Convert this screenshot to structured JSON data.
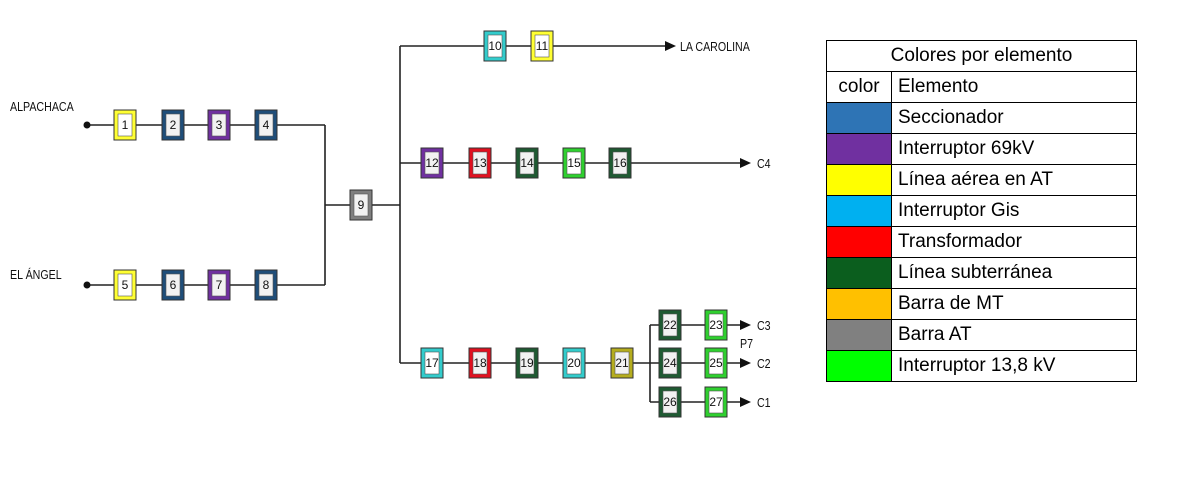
{
  "diagram": {
    "sources": [
      {
        "id": "alpachaca",
        "label": "ALPACHACA"
      },
      {
        "id": "el-angel",
        "label": "EL ÁNGEL"
      }
    ],
    "outputs": [
      {
        "id": "la-carolina",
        "label": "LA CAROLINA"
      },
      {
        "id": "c4",
        "label": "C4"
      },
      {
        "id": "c3",
        "label": "C3"
      },
      {
        "id": "c2",
        "label": "C2"
      },
      {
        "id": "c1",
        "label": "C1"
      }
    ],
    "extra_label": "P7",
    "nodes": [
      {
        "n": "1",
        "type": "Línea aérea en AT"
      },
      {
        "n": "2",
        "type": "Seccionador"
      },
      {
        "n": "3",
        "type": "Interruptor 69kV"
      },
      {
        "n": "4",
        "type": "Seccionador"
      },
      {
        "n": "5",
        "type": "Línea aérea en AT"
      },
      {
        "n": "6",
        "type": "Seccionador"
      },
      {
        "n": "7",
        "type": "Interruptor 69kV"
      },
      {
        "n": "8",
        "type": "Seccionador"
      },
      {
        "n": "9",
        "type": "Barra AT"
      },
      {
        "n": "10",
        "type": "Interruptor Gis"
      },
      {
        "n": "11",
        "type": "Línea aérea en AT"
      },
      {
        "n": "12",
        "type": "Interruptor 69kV"
      },
      {
        "n": "13",
        "type": "Transformador"
      },
      {
        "n": "14",
        "type": "Línea subterránea"
      },
      {
        "n": "15",
        "type": "Interruptor 13,8 kV"
      },
      {
        "n": "16",
        "type": "Línea subterránea"
      },
      {
        "n": "17",
        "type": "Interruptor Gis"
      },
      {
        "n": "18",
        "type": "Transformador"
      },
      {
        "n": "19",
        "type": "Línea subterránea"
      },
      {
        "n": "20",
        "type": "Interruptor Gis"
      },
      {
        "n": "21",
        "type": "Barra de MT"
      },
      {
        "n": "22",
        "type": "Línea subterránea"
      },
      {
        "n": "23",
        "type": "Interruptor 13,8 kV"
      },
      {
        "n": "24",
        "type": "Línea subterránea"
      },
      {
        "n": "25",
        "type": "Interruptor 13,8 kV"
      },
      {
        "n": "26",
        "type": "Línea subterránea"
      },
      {
        "n": "27",
        "type": "Interruptor 13,8 kV"
      }
    ]
  },
  "legend": {
    "title": "Colores por elemento",
    "col_color": "color",
    "col_element": "Elemento",
    "items": [
      {
        "name": "Seccionador",
        "color": "#2e74b5",
        "diagram_color": "#1f4e79"
      },
      {
        "name": "Interruptor 69kV",
        "color": "#7030a0",
        "diagram_color": "#7030a0"
      },
      {
        "name": "Línea aérea en AT",
        "color": "#ffff00",
        "diagram_color": "#ffff33"
      },
      {
        "name": "Interruptor Gis",
        "color": "#00b0f0",
        "diagram_color": "#33cccc"
      },
      {
        "name": "Transformador",
        "color": "#ff0000",
        "diagram_color": "#e0101f"
      },
      {
        "name": "Línea subterránea",
        "color": "#0b5e1e",
        "diagram_color": "#1e5a32"
      },
      {
        "name": "Barra de MT",
        "color": "#ffc000",
        "diagram_color": "#b5ad1e"
      },
      {
        "name": "Barra AT",
        "color": "#808080",
        "diagram_color": "#7f7f7f"
      },
      {
        "name": "Interruptor 13,8 kV",
        "color": "#00ff00",
        "diagram_color": "#2fd02f"
      }
    ]
  }
}
